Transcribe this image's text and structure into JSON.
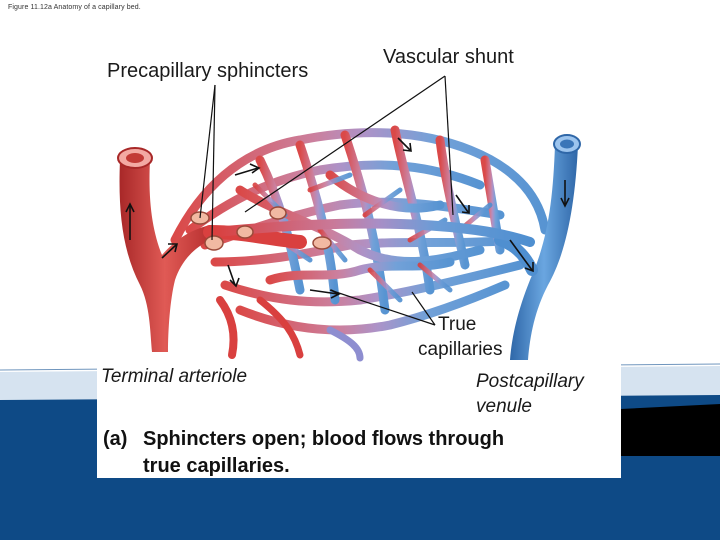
{
  "figure": {
    "caption": "Figure 11.12a Anatomy of a capillary bed."
  },
  "labels": {
    "precapillary_sphincters": "Precapillary sphincters",
    "vascular_shunt": "Vascular shunt",
    "true_capillaries_line1": "True",
    "true_capillaries_line2": "capillaries",
    "terminal_arteriole": "Terminal arteriole",
    "postcapillary_venule_line1": "Postcapillary",
    "postcapillary_venule_line2": "venule"
  },
  "subcaption": {
    "tag": "(a)",
    "line1": "Sphincters open; blood flows through",
    "line2": "true capillaries."
  },
  "colors": {
    "arterial": "#d9403f",
    "arterial_dark": "#a82828",
    "mixed": "#a88ec6",
    "venous": "#4f8fd0",
    "venous_dark": "#2f67a8",
    "slide_accent_blue": "#0e4a86",
    "slide_accent_light": "#d6e3f0",
    "slide_accent_black": "#000000"
  }
}
